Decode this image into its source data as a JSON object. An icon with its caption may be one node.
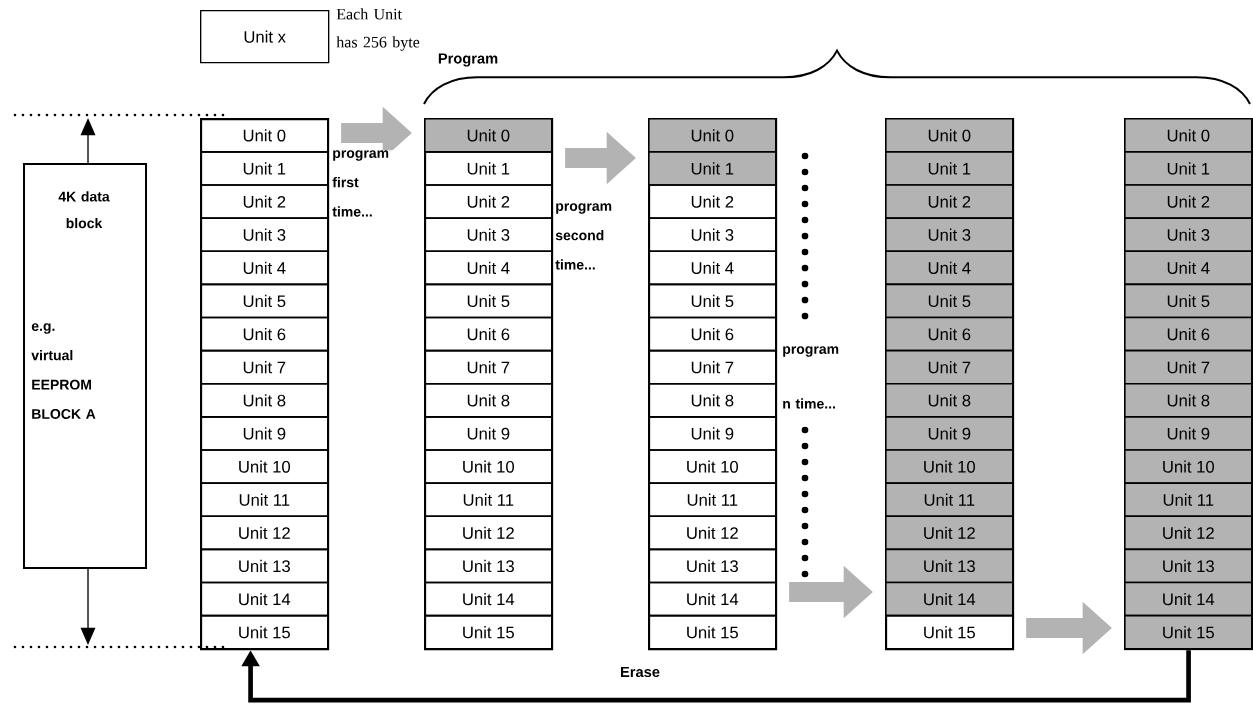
{
  "diagram": {
    "nodes": [
      {
        "text": [
          "Unit x"
        ],
        "beside": [
          "Each Unit has 256 byte"
        ]
      },
      {
        "text": [
          "4K data block",
          "e.g. virtual EEPROM BLOCK A"
        ]
      },
      {
        "text": [],
        "shape": "box"
      },
      {
        "text": [
          "Unit 0"
        ],
        "in": 2
      },
      {
        "text": [
          "Unit 1"
        ],
        "in": 2
      },
      {
        "text": [
          "Unit 2"
        ],
        "in": 2
      },
      {
        "text": [
          "Unit 3"
        ],
        "in": 2
      },
      {
        "text": [
          "Unit 4"
        ],
        "in": 2
      },
      {
        "text": [
          "Unit 5"
        ],
        "in": 2
      },
      {
        "text": [
          "Unit 6"
        ],
        "in": 2
      },
      {
        "text": [
          "Unit 7"
        ],
        "in": 2
      },
      {
        "text": [
          "Unit 8"
        ],
        "in": 2
      },
      {
        "text": [
          "Unit 9"
        ],
        "in": 2
      },
      {
        "text": [
          "Unit 10"
        ],
        "in": 2
      },
      {
        "text": [
          "Unit 11"
        ],
        "in": 2
      },
      {
        "text": [
          "Unit 12"
        ],
        "in": 2
      },
      {
        "text": [
          "Unit 13"
        ],
        "in": 2
      },
      {
        "text": [
          "Unit 14"
        ],
        "in": 2
      },
      {
        "text": [
          "Unit 15"
        ],
        "in": 2
      },
      {
        "text": [],
        "shape": "box"
      },
      {
        "text": [
          "Unit 0"
        ],
        "in": 19
      },
      {
        "text": [
          "Unit 1"
        ],
        "in": 19
      },
      {
        "text": [
          "Unit 2"
        ],
        "in": 19
      },
      {
        "text": [
          "Unit 3"
        ],
        "in": 19
      },
      {
        "text": [
          "Unit 4"
        ],
        "in": 19
      },
      {
        "text": [
          "Unit 5"
        ],
        "in": 19
      },
      {
        "text": [
          "Unit 6"
        ],
        "in": 19
      },
      {
        "text": [
          "Unit 7"
        ],
        "in": 19
      },
      {
        "text": [
          "Unit 8"
        ],
        "in": 19
      },
      {
        "text": [
          "Unit 9"
        ],
        "in": 19
      },
      {
        "text": [
          "Unit 10"
        ],
        "in": 19
      },
      {
        "text": [
          "Unit 11"
        ],
        "in": 19
      },
      {
        "text": [
          "Unit 12"
        ],
        "in": 19
      },
      {
        "text": [
          "Unit 13"
        ],
        "in": 19
      },
      {
        "text": [
          "Unit 14"
        ],
        "in": 19
      },
      {
        "text": [
          "Unit 15"
        ],
        "in": 19
      },
      {
        "text": [],
        "shape": "box"
      },
      {
        "text": [
          "Unit 0"
        ],
        "in": 36
      },
      {
        "text": [
          "Unit 1"
        ],
        "in": 36
      },
      {
        "text": [
          "Unit 2"
        ],
        "in": 36
      },
      {
        "text": [
          "Unit 3"
        ],
        "in": 36
      },
      {
        "text": [
          "Unit 4"
        ],
        "in": 36
      },
      {
        "text": [
          "Unit 5"
        ],
        "in": 36
      },
      {
        "text": [
          "Unit 6"
        ],
        "in": 36
      },
      {
        "text": [
          "Unit 7"
        ],
        "in": 36
      },
      {
        "text": [
          "Unit 8"
        ],
        "in": 36
      },
      {
        "text": [
          "Unit 9"
        ],
        "in": 36
      },
      {
        "text": [
          "Unit 10"
        ],
        "in": 36
      },
      {
        "text": [
          "Unit 11"
        ],
        "in": 36
      },
      {
        "text": [
          "Unit 12"
        ],
        "in": 36
      },
      {
        "text": [
          "Unit 13"
        ],
        "in": 36
      },
      {
        "text": [
          "Unit 14"
        ],
        "in": 36
      },
      {
        "text": [
          "Unit 15"
        ],
        "in": 36
      },
      {
        "text": [],
        "shape": "box"
      },
      {
        "text": [
          "Unit 0"
        ],
        "in": 53
      },
      {
        "text": [
          "Unit 1"
        ],
        "in": 53
      },
      {
        "text": [
          "Unit 2"
        ],
        "in": 53
      },
      {
        "text": [
          "Unit 3"
        ],
        "in": 53
      },
      {
        "text": [
          "Unit 4"
        ],
        "in": 53
      },
      {
        "text": [
          "Unit 5"
        ],
        "in": 53
      },
      {
        "text": [
          "Unit 6"
        ],
        "in": 53
      },
      {
        "text": [
          "Unit 7"
        ],
        "in": 53
      },
      {
        "text": [
          "Unit 8"
        ],
        "in": 53
      },
      {
        "text": [
          "Unit 9"
        ],
        "in": 53
      },
      {
        "text": [
          "Unit 10"
        ],
        "in": 53
      },
      {
        "text": [
          "Unit 11"
        ],
        "in": 53
      },
      {
        "text": [
          "Unit 12"
        ],
        "in": 53
      },
      {
        "text": [
          "Unit 13"
        ],
        "in": 53
      },
      {
        "text": [
          "Unit 14"
        ],
        "in": 53
      },
      {
        "text": [
          "Unit 15"
        ],
        "in": 53
      },
      {
        "text": [],
        "shape": "box"
      },
      {
        "text": [
          "Unit 0"
        ],
        "in": 70
      },
      {
        "text": [
          "Unit 1"
        ],
        "in": 70
      },
      {
        "text": [
          "Unit 2"
        ],
        "in": 70
      },
      {
        "text": [
          "Unit 3"
        ],
        "in": 70
      },
      {
        "text": [
          "Unit 4"
        ],
        "in": 70
      },
      {
        "text": [
          "Unit 5"
        ],
        "in": 70
      },
      {
        "text": [
          "Unit 6"
        ],
        "in": 70
      },
      {
        "text": [
          "Unit 7"
        ],
        "in": 70
      },
      {
        "text": [
          "Unit 8"
        ],
        "in": 70
      },
      {
        "text": [
          "Unit 9"
        ],
        "in": 70
      },
      {
        "text": [
          "Unit 10"
        ],
        "in": 70
      },
      {
        "text": [
          "Unit 11"
        ],
        "in": 70
      },
      {
        "text": [
          "Unit 12"
        ],
        "in": 70
      },
      {
        "text": [
          "Unit 13"
        ],
        "in": 70
      },
      {
        "text": [
          "Unit 14"
        ],
        "in": 70
      },
      {
        "text": [
          "Unit 15"
        ],
        "in": 70
      }
    ],
    "edges": [
      {
        "from": 2,
        "to": 19,
        "arrow": "to",
        "label": "program first time..."
      },
      {
        "from": 19,
        "to": 36,
        "arrow": "to",
        "label": "program second time..."
      },
      {
        "from": 36,
        "to": 53,
        "arrow": "to"
      },
      {
        "from": 53,
        "to": 70,
        "arrow": "to"
      },
      {
        "from": 70,
        "to": 2,
        "arrow": "to",
        "label": "Erase",
        "color": "#000000"
      }
    ],
    "labels": [
      "Program",
      "program n time..."
    ]
  }
}
